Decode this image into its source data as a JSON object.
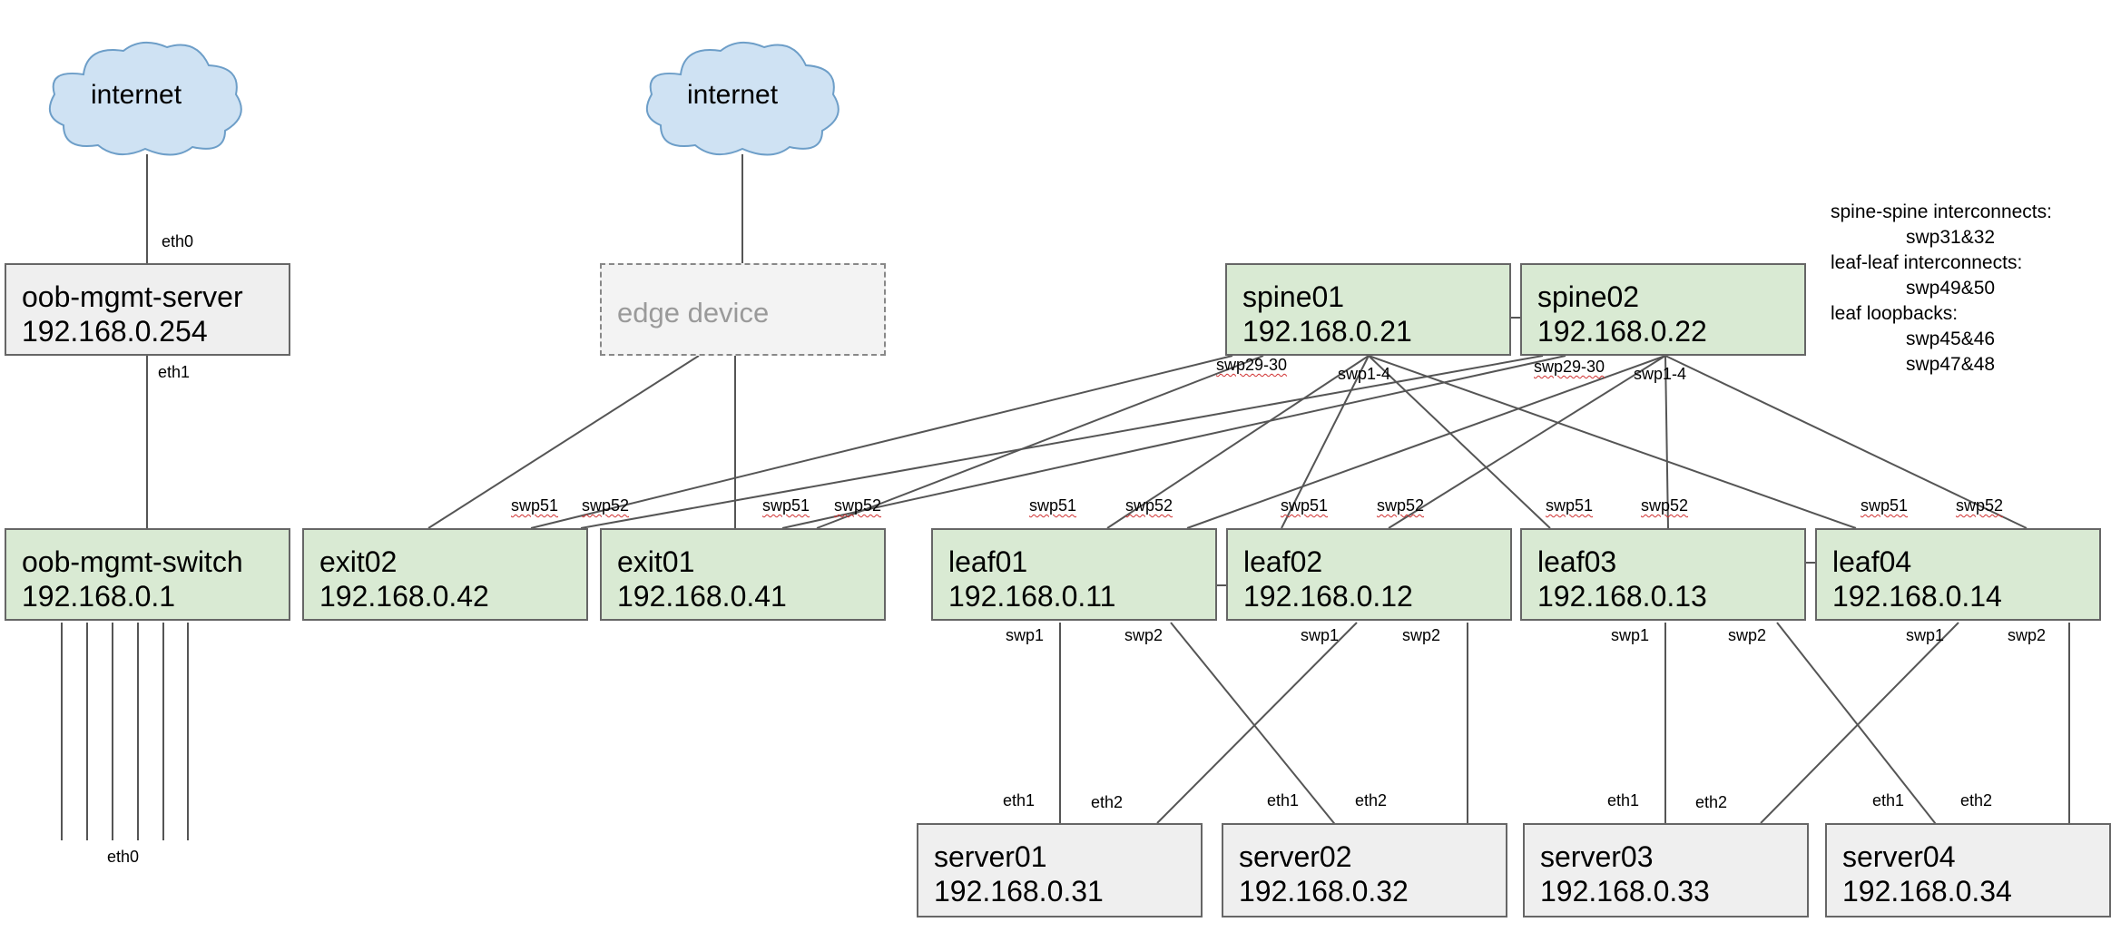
{
  "clouds": {
    "left": {
      "label": "internet"
    },
    "center": {
      "label": "internet"
    }
  },
  "nodes": {
    "oob_server": {
      "name": "oob-mgmt-server",
      "ip": "192.168.0.254"
    },
    "edge": {
      "name": "edge device"
    },
    "spine01": {
      "name": "spine01",
      "ip": "192.168.0.21"
    },
    "spine02": {
      "name": "spine02",
      "ip": "192.168.0.22"
    },
    "oob_switch": {
      "name": "oob-mgmt-switch",
      "ip": "192.168.0.1"
    },
    "exit02": {
      "name": "exit02",
      "ip": "192.168.0.42"
    },
    "exit01": {
      "name": "exit01",
      "ip": "192.168.0.41"
    },
    "leaf01": {
      "name": "leaf01",
      "ip": "192.168.0.11"
    },
    "leaf02": {
      "name": "leaf02",
      "ip": "192.168.0.12"
    },
    "leaf03": {
      "name": "leaf03",
      "ip": "192.168.0.13"
    },
    "leaf04": {
      "name": "leaf04",
      "ip": "192.168.0.14"
    },
    "server01": {
      "name": "server01",
      "ip": "192.168.0.31"
    },
    "server02": {
      "name": "server02",
      "ip": "192.168.0.32"
    },
    "server03": {
      "name": "server03",
      "ip": "192.168.0.33"
    },
    "server04": {
      "name": "server04",
      "ip": "192.168.0.34"
    }
  },
  "ports": {
    "oob_eth0_top": "eth0",
    "oob_eth1": "eth1",
    "oob_bottom_eth0": "eth0",
    "spine01_swp29_30": "swp29-30",
    "spine01_swp1_4": "swp1-4",
    "spine02_swp29_30": "swp29-30",
    "spine02_swp1_4": "swp1-4",
    "exit02_swp51": "swp51",
    "exit02_swp52": "swp52",
    "exit01_swp51": "swp51",
    "exit01_swp52": "swp52",
    "leaf01_swp51": "swp51",
    "leaf01_swp52": "swp52",
    "leaf02_swp51": "swp51",
    "leaf02_swp52": "swp52",
    "leaf03_swp51": "swp51",
    "leaf03_swp52": "swp52",
    "leaf04_swp51": "swp51",
    "leaf04_swp52": "swp52",
    "leaf01_swp1": "swp1",
    "leaf01_swp2": "swp2",
    "leaf02_swp1": "swp1",
    "leaf02_swp2": "swp2",
    "leaf03_swp1": "swp1",
    "leaf03_swp2": "swp2",
    "leaf04_swp1": "swp1",
    "leaf04_swp2": "swp2",
    "server01_eth1": "eth1",
    "server01_eth2": "eth2",
    "server02_eth1": "eth1",
    "server02_eth2": "eth2",
    "server03_eth1": "eth1",
    "server03_eth2": "eth2",
    "server04_eth1": "eth1",
    "server04_eth2": "eth2"
  },
  "legend": {
    "spine_title": "spine-spine interconnects:",
    "spine_ports": "swp31&32",
    "leaf_title": "leaf-leaf interconnects:",
    "leaf_ports": "swp49&50",
    "loop_title": "leaf loopbacks:",
    "loop_ports_1": "swp45&46",
    "loop_ports_2": "swp47&48"
  },
  "colors": {
    "switch_fill": "#d9ead3",
    "server_fill": "#efefef",
    "cloud_fill": "#cfe2f3",
    "cloud_stroke": "#6d9ec8",
    "line": "#555555",
    "spellcheck_underline": "#d03030"
  }
}
